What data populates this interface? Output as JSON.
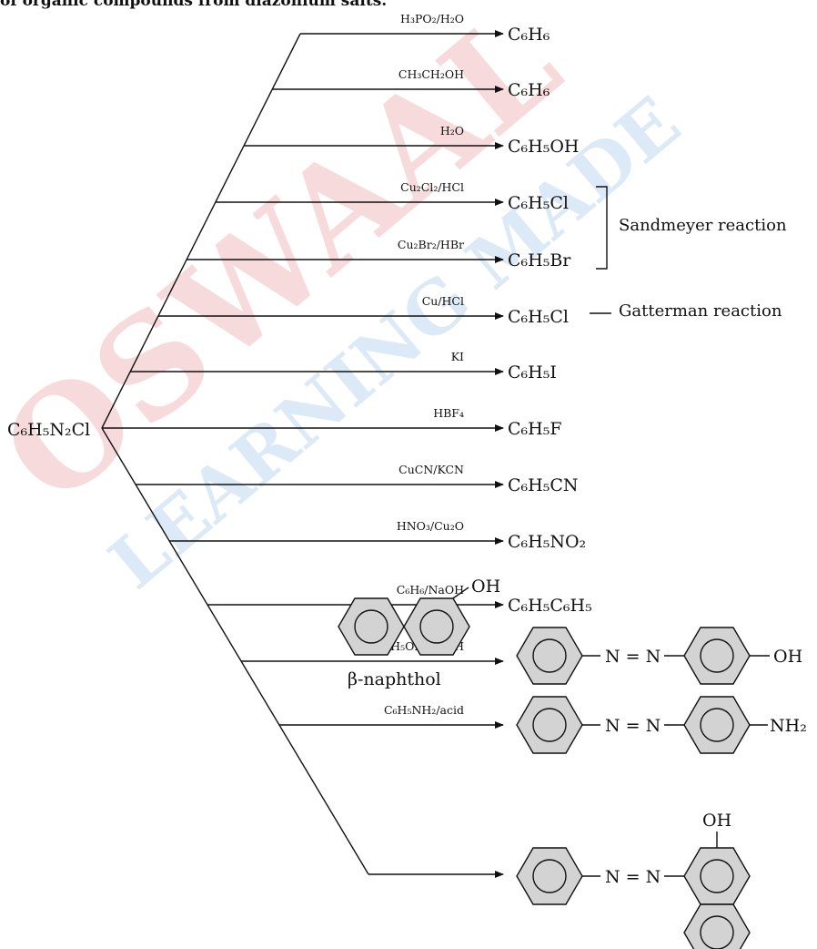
{
  "header": {
    "title": "of organic compounds from diazonium salts."
  },
  "watermark": {
    "line1": "OSWAAL",
    "line2": "LEARNING MADE"
  },
  "reactant": {
    "label": "C₆H₅N₂Cl"
  },
  "reactions": [
    {
      "reagent": "H₃PO₂/H₂O",
      "product": "C₆H₆"
    },
    {
      "reagent": "CH₃CH₂OH",
      "product": "C₆H₆"
    },
    {
      "reagent": "H₂O",
      "product": "C₆H₅OH"
    },
    {
      "reagent": "Cu₂Cl₂/HCl",
      "product": "C₆H₅Cl"
    },
    {
      "reagent": "Cu₂Br₂/HBr",
      "product": "C₆H₅Br"
    },
    {
      "reagent": "Cu/HCl",
      "product": "C₆H₅Cl"
    },
    {
      "reagent": "KI",
      "product": "C₆H₅I"
    },
    {
      "reagent": "HBF₄",
      "product": "C₆H₅F"
    },
    {
      "reagent": "CuCN/KCN",
      "product": "C₆H₅CN"
    },
    {
      "reagent": "HNO₃/Cu₂O",
      "product": "C₆H₅NO₂"
    },
    {
      "reagent": "C₆H₆/NaOH",
      "product": "C₆H₅C₆H₅"
    },
    {
      "reagent": "C₆H₅OH/NaOH",
      "product": ""
    },
    {
      "reagent": "C₆H₅NH₂/acid",
      "product": ""
    },
    {
      "reagent": "",
      "product": ""
    }
  ],
  "sandmeyer": {
    "label": "Sandmeyer reaction"
  },
  "gatterman": {
    "label": "Gatterman reaction"
  },
  "azo": {
    "nn": "N = N",
    "oh": "OH",
    "nh2": "NH₂",
    "naphthol_oh": "OH",
    "naphthol_name": "β-naphthol",
    "product_oh": "OH"
  }
}
